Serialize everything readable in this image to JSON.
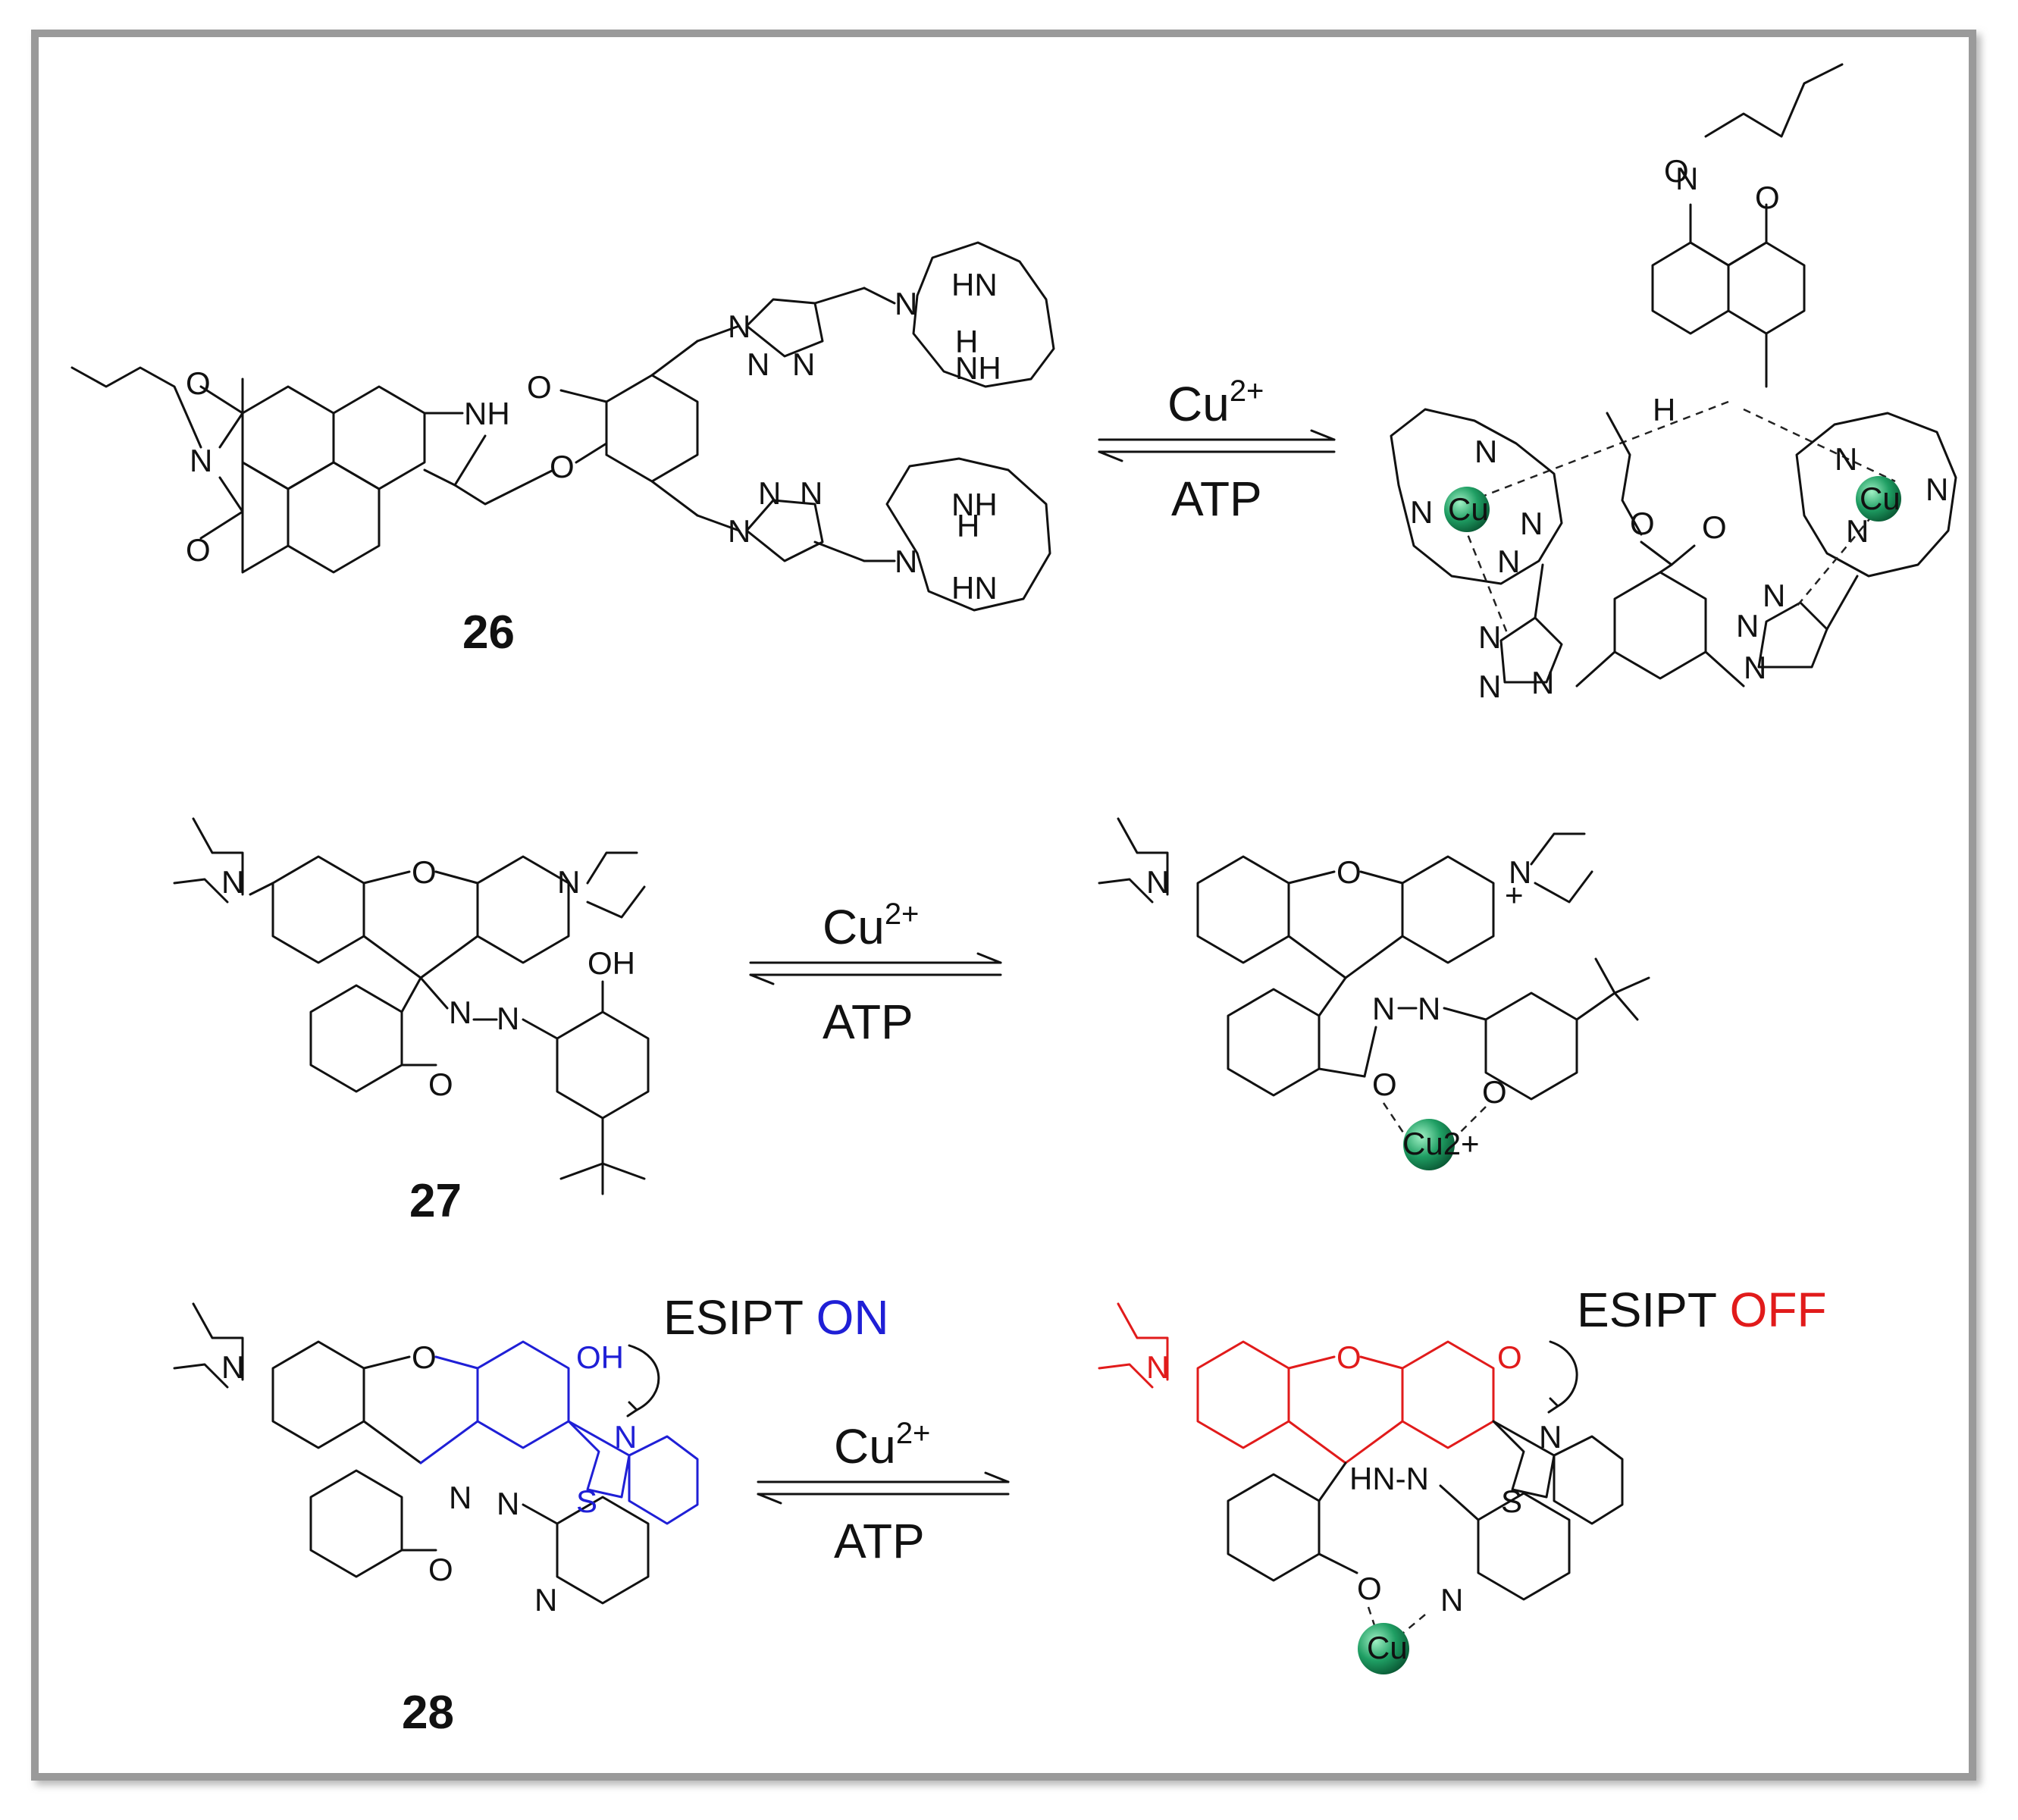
{
  "reactions": [
    {
      "reagent_base": "Cu",
      "reagent_charge": "2+",
      "reverse": "ATP",
      "compound": "26"
    },
    {
      "reagent_base": "Cu",
      "reagent_charge": "2+",
      "reverse": "ATP",
      "compound": "27"
    },
    {
      "reagent_base": "Cu",
      "reagent_charge": "2+",
      "reverse": "ATP",
      "compound": "28"
    }
  ],
  "esipt_on": {
    "prefix": "ESIPT",
    "state": "ON",
    "state_color": "#1f1fd6"
  },
  "esipt_off": {
    "prefix": "ESIPT",
    "state": "OFF",
    "state_color": "#e11b1b"
  },
  "metal": {
    "label": "Cu",
    "label_charged": "Cu2+",
    "color": "#1f9e63"
  },
  "atoms": {
    "O": "O",
    "N": "N",
    "NH": "NH",
    "HN": "HN",
    "H": "H",
    "S": "S",
    "OH": "OH",
    "HNN": "HN-N",
    "plus": "+"
  }
}
